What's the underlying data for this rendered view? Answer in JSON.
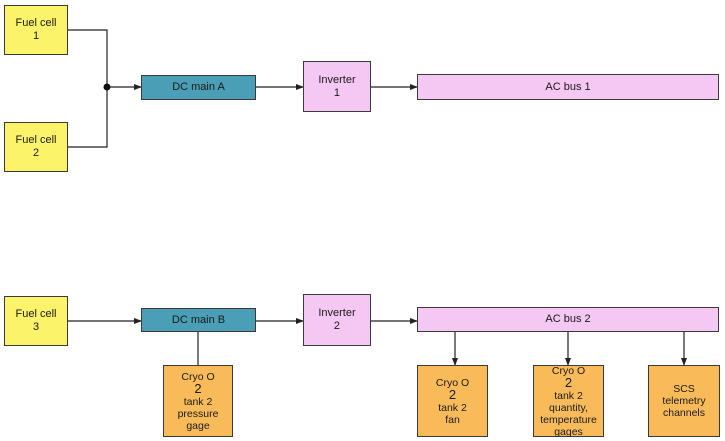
{
  "diagram": {
    "top": {
      "fuel_cell_1": [
        "Fuel cell",
        "1"
      ],
      "fuel_cell_2": [
        "Fuel cell",
        "2"
      ],
      "dc_main_a": "DC main A",
      "inverter_1": [
        "Inverter",
        "1"
      ],
      "ac_bus_1": "AC bus 1"
    },
    "bottom": {
      "fuel_cell_3": [
        "Fuel cell",
        "3"
      ],
      "dc_main_b": "DC main B",
      "inverter_2": [
        "Inverter",
        "2"
      ],
      "ac_bus_2": "AC bus 2",
      "pressure_gage": [
        "Cryo O",
        "2",
        "tank 2",
        "pressure",
        "gage"
      ],
      "tank_fan": [
        "Cryo O",
        "2",
        "tank 2",
        "fan"
      ],
      "quantity_gages": [
        "Cryo O",
        "2",
        "tank 2",
        "quantity,",
        "temperature",
        "gages"
      ],
      "scs_telemetry": [
        "SCS",
        "telemetry",
        "channels"
      ]
    },
    "colors": {
      "fuel_cell": "#fbf46a",
      "dc_main": "#4a9eb5",
      "inverter_and_bus": "#f4c8f2",
      "load": "#f9bb5a",
      "line": "#222222"
    }
  }
}
